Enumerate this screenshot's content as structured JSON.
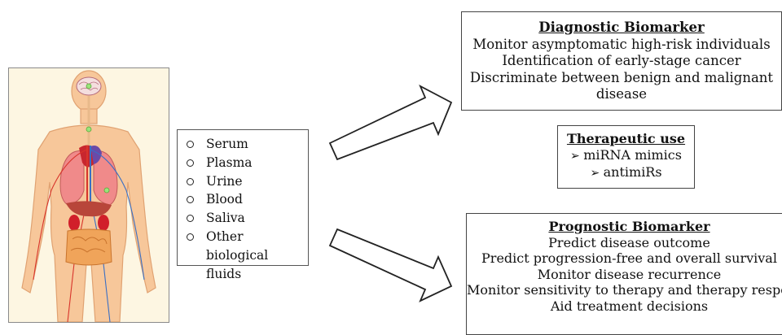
{
  "fluids": {
    "items": [
      "Serum",
      "Plasma",
      "Urine",
      "Blood",
      "Saliva",
      "Other biological fluids"
    ]
  },
  "diagnostic": {
    "heading": "Diagnostic Biomarker",
    "lines": [
      "Monitor asymptomatic high-risk individuals",
      "Identification of early-stage cancer",
      "Discriminate between benign and malignant",
      "disease"
    ]
  },
  "therapeutic": {
    "heading": "Therapeutic use",
    "items": [
      "miRNA mimics",
      "antimiRs"
    ]
  },
  "prognostic": {
    "heading": "Prognostic Biomarker",
    "lines": [
      "Predict disease outcome",
      "Predict progression-free and overall survival",
      "Monitor disease recurrence",
      "Monitor sensitivity to therapy and therapy response",
      "Aid treatment decisions"
    ]
  },
  "colors": {
    "skin": "#f7c79a",
    "skin_outline": "#e0a272",
    "artery": "#d8342b",
    "vein": "#3a6fc4",
    "lung": "#f08a8a",
    "kidney": "#d11f2a",
    "intestine": "#f0a45a",
    "marker": "#9be37a",
    "figure_bg": "#fdf6e2"
  }
}
